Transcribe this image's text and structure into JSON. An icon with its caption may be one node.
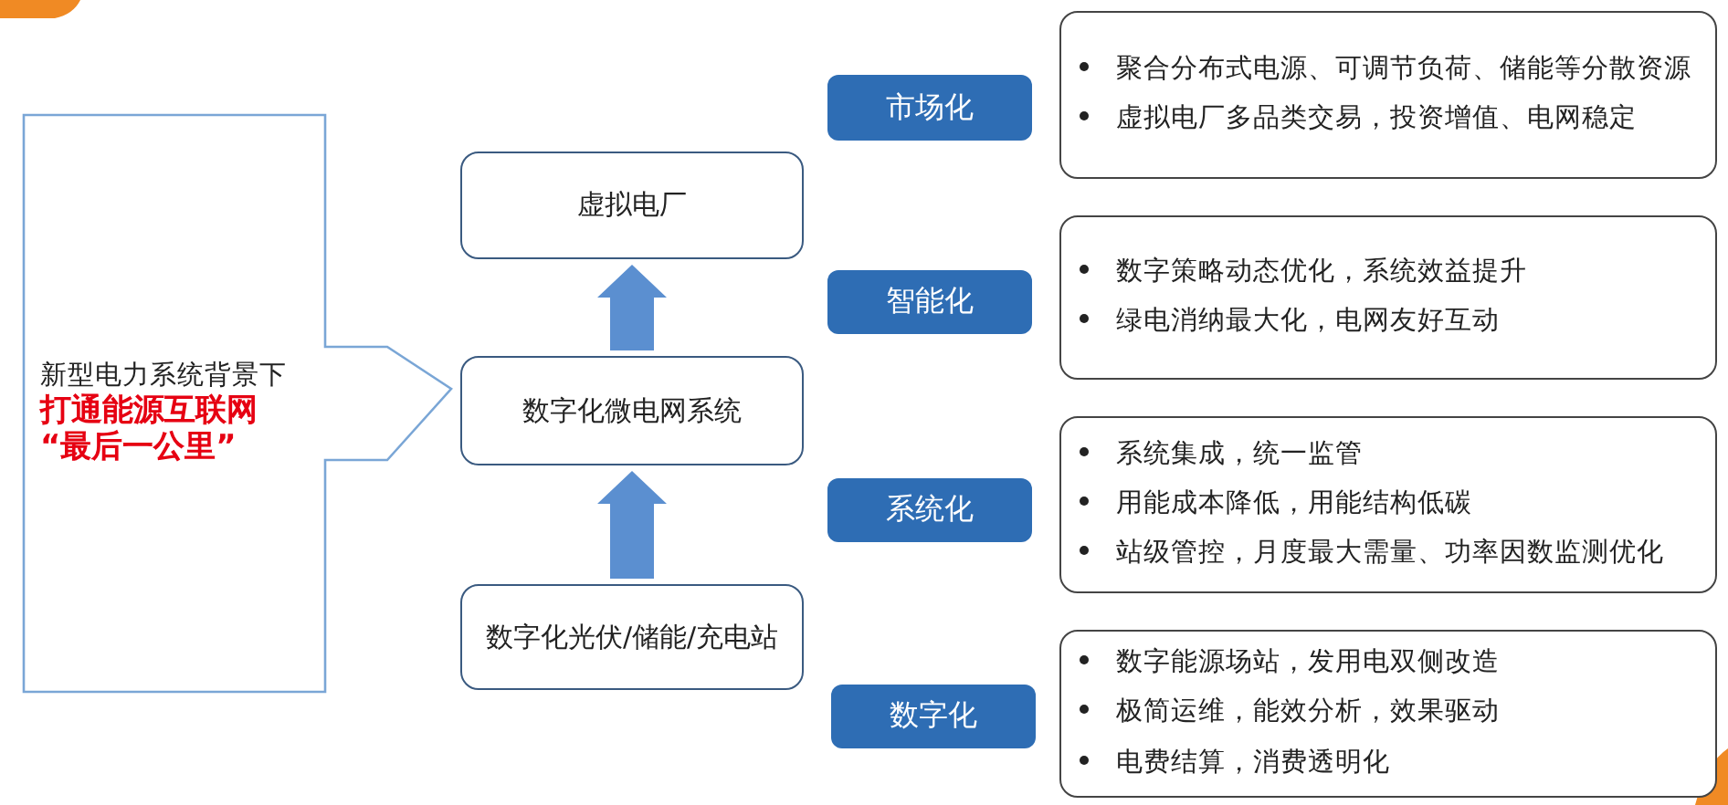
{
  "diagram": {
    "nodes": [
      {
        "text": [
          "新型电力系统背景下",
          "打通能源互联网 “最后一公里”"
        ]
      },
      {
        "text": [
          "虚拟电厂"
        ]
      },
      {
        "text": [
          "数字化微电网系统"
        ]
      },
      {
        "text": [
          "数字化光伏/储能/充电站"
        ]
      },
      {
        "text": [
          "市场化"
        ]
      },
      {
        "text": [
          "聚合分布式电源、可调节负荷、储能等分散资源",
          "虚拟电厂多品类交易，投资增值、电网稳定"
        ]
      },
      {
        "text": [
          "智能化"
        ]
      },
      {
        "text": [
          "数字策略动态优化，系统效益提升",
          "绿电消纳最大化，电网友好互动"
        ]
      },
      {
        "text": [
          "系统化"
        ]
      },
      {
        "text": [
          "系统集成，统一监管",
          "用能成本降低，用能结构低碳",
          "站级管控，月度最大需量、功率因数监测优化"
        ]
      },
      {
        "text": [
          "数字化"
        ]
      },
      {
        "text": [
          "数字能源场站，发用电双侧改造",
          "极简运维，能效分析，效果驱动",
          "电费结算，消费透明化"
        ]
      }
    ],
    "edges": [
      {
        "from": 3,
        "to": 2,
        "arrow": "to",
        "style": "thick"
      },
      {
        "from": 2,
        "to": 1,
        "arrow": "to",
        "style": "thick"
      }
    ]
  }
}
